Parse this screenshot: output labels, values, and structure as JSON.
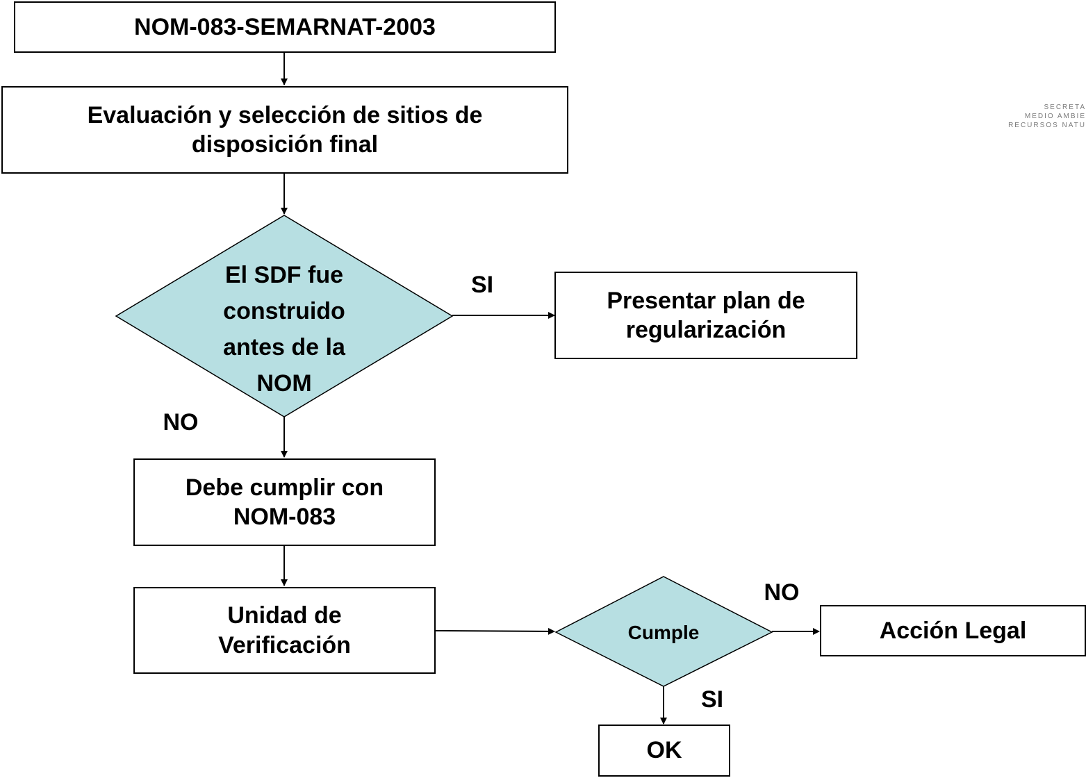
{
  "diagram": {
    "colors": {
      "decision_fill": "#b7dfe2",
      "stroke": "#000000"
    },
    "boxes": {
      "title": "NOM-083-SEMARNAT-2003",
      "evaluacion": "Evaluación y selección de sitios de\ndisposición final",
      "presentar": "Presentar plan de\nregularización",
      "debe": "Debe cumplir con\nNOM-083",
      "unidad": "Unidad de\nVerificación",
      "accion": "Acción Legal",
      "ok": "OK"
    },
    "decisions": {
      "sdf": "El SDF fue\nconstruido\nantes de la\nNOM",
      "cumple": "Cumple"
    },
    "labels": {
      "si1": "SI",
      "no1": "NO",
      "no2": "NO",
      "si2": "SI"
    },
    "logo_text": "SECRETA\nMEDIO AMBIE\nRECURSOS NATU"
  }
}
